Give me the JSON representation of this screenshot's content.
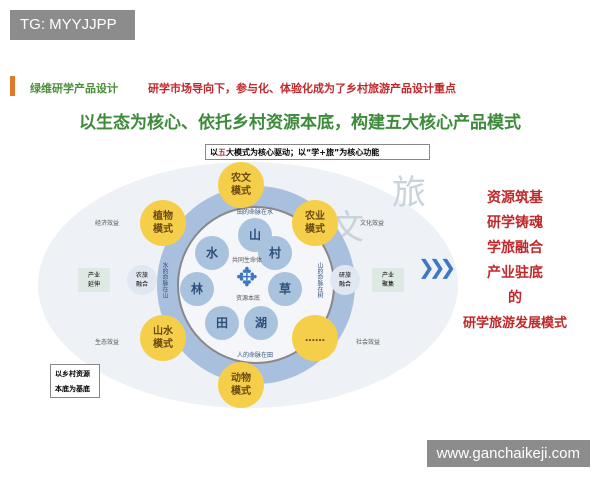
{
  "tag": "TG: MYYJJPP",
  "watermark": "www.ganchaikeji.com",
  "section_title": "绿维研学产品设计",
  "subtitle": "研学市场导向下，参与化、体验化成为了乡村旅游产品设计重点",
  "main_title": "以生态为核心、依托乡村资源本底，构建五大核心产品模式",
  "note_top": {
    "pre": "以",
    "highlight": "五",
    "post": "大模式为核心驱动；以“学+旅”为核心功能"
  },
  "note_bottom": [
    "以乡村资源",
    "本底为基底"
  ],
  "resources": [
    "山",
    "水",
    "村",
    "林",
    "草",
    "田",
    "湖"
  ],
  "center": {
    "top": "共同生命体",
    "bottom": "资源本底"
  },
  "modes": {
    "top": "农文\n模式",
    "left": "植物\n模式",
    "right": "农业\n模式",
    "bottom_left": "山水\n模式",
    "bottom": "动物\n模式",
    "bottom_right": "……"
  },
  "ring_labels": {
    "top": "田的命脉在水",
    "bottom": "人的命脉在田",
    "left": "水的命脉在山",
    "right": "山的命脉在树"
  },
  "benefits": {
    "top_left": "经济效益",
    "top_right": "文化效益",
    "bottom_left": "生态效益",
    "bottom_right": "社会效益"
  },
  "side_boxes": {
    "left": "产业\n延伸",
    "right": "产业\n聚集"
  },
  "fusions": {
    "left": "农旅\n融合",
    "right": "研旅\n融合"
  },
  "bg_chars": [
    "文",
    "旅"
  ],
  "right_text": [
    "资源筑基",
    "研学铸魂",
    "学旅融合",
    "产业驻底",
    "的",
    "研学旅游发展模式"
  ],
  "colors": {
    "accent_red": "#c0282b",
    "green": "#3d8a3a",
    "yellow": "#f6cf4a",
    "blue": "#a9bfde"
  }
}
